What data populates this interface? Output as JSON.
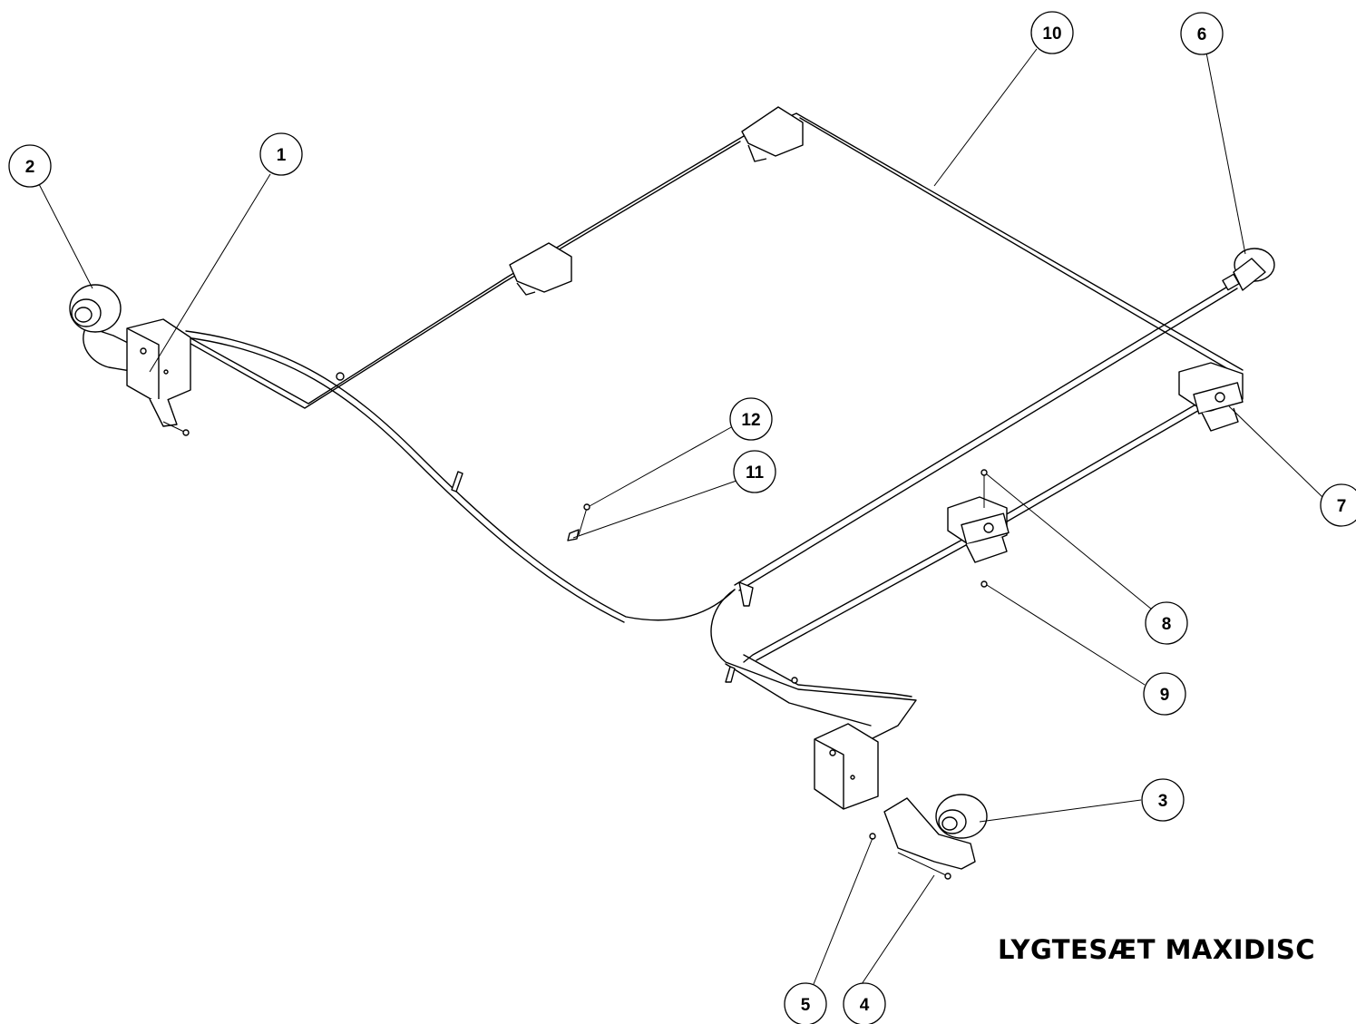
{
  "title": "LYGTESÆT MAXIDISC",
  "callouts": [
    {
      "id": "1",
      "label": "1"
    },
    {
      "id": "2",
      "label": "2"
    },
    {
      "id": "3",
      "label": "3"
    },
    {
      "id": "4",
      "label": "4"
    },
    {
      "id": "5",
      "label": "5"
    },
    {
      "id": "6",
      "label": "6"
    },
    {
      "id": "7",
      "label": "7"
    },
    {
      "id": "8",
      "label": "8"
    },
    {
      "id": "9",
      "label": "9"
    },
    {
      "id": "10",
      "label": "10"
    },
    {
      "id": "11",
      "label": "11"
    },
    {
      "id": "12",
      "label": "12"
    }
  ],
  "colors": {
    "line": "#000000",
    "background": "#ffffff"
  }
}
